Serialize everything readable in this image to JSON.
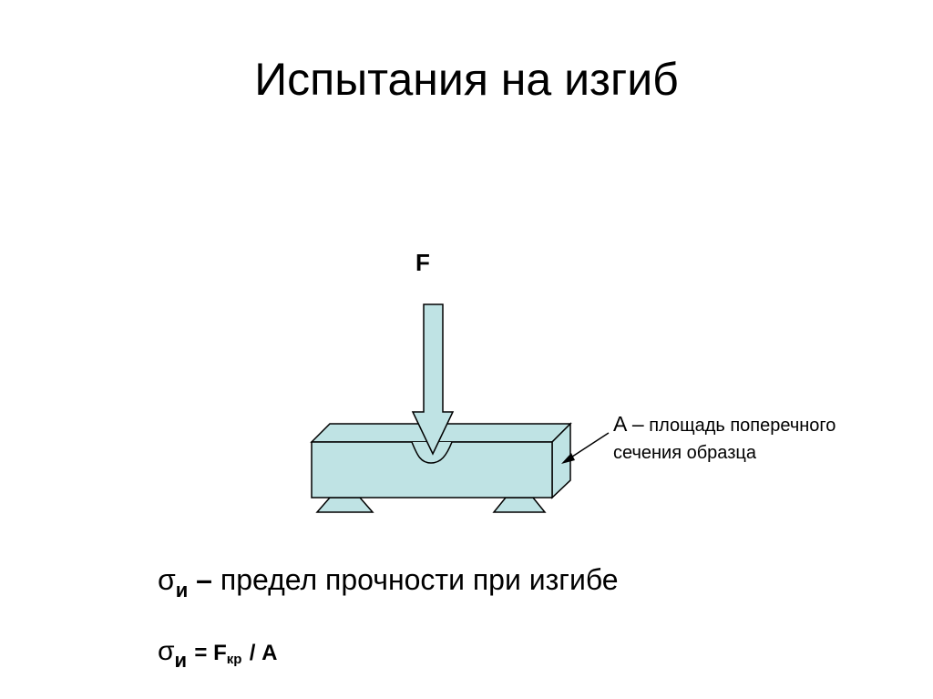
{
  "slide": {
    "title": "Испытания на изгиб"
  },
  "diagram": {
    "force_label": "F",
    "area_symbol": "A",
    "area_dash": "–",
    "area_text_line1": "площадь поперечного",
    "area_text_line2": "сечения образца",
    "colors": {
      "specimen_fill": "#bfe3e4",
      "outline": "#000000"
    }
  },
  "definition": {
    "sigma": "σ",
    "sigma_sub": "и",
    "dash": "–",
    "text": "предел прочности при изгибе"
  },
  "formula": {
    "sigma": "σ",
    "sigma_sub": "и",
    "equals_f": "= F",
    "f_sub": "кр",
    "divide_a": "/ A"
  }
}
